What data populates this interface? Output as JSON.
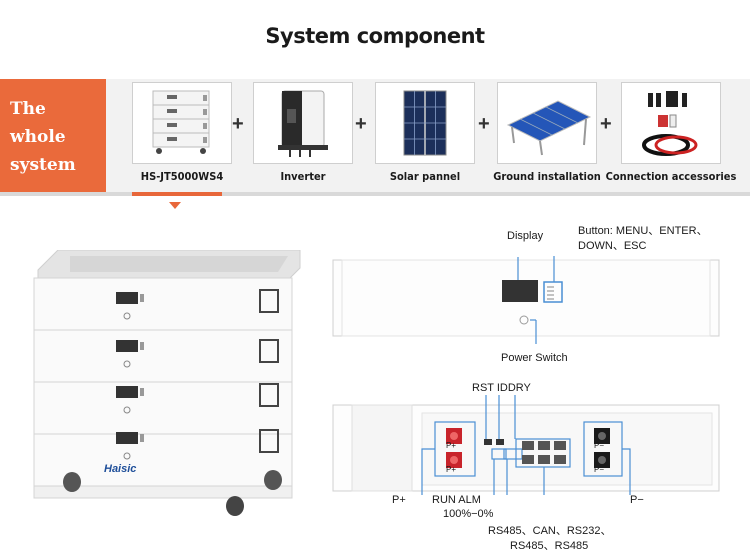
{
  "header": {
    "title": "System component"
  },
  "banner": {
    "line1": "The whole",
    "line2": "system"
  },
  "products": [
    {
      "label": "HS-JT5000WS4",
      "icon": "battery-stack-icon"
    },
    {
      "label": "Inverter",
      "icon": "inverter-icon"
    },
    {
      "label": "Solar pannel",
      "icon": "solar-panel-icon"
    },
    {
      "label": "Ground installation",
      "icon": "ground-mount-icon"
    },
    {
      "label": "Connection accessories",
      "icon": "cable-accessories-icon"
    }
  ],
  "plus_sign": "+",
  "battery": {
    "brand": "Haisic"
  },
  "front_panel": {
    "display": "Display",
    "buttons": "Button: MENU、ENTER、",
    "buttons2": "DOWN、ESC",
    "power_switch": "Power Switch"
  },
  "rear_panel": {
    "rst_id_dry": "RST IDDRY",
    "p_plus": "P+",
    "p_minus": "P−",
    "run_alm": "RUN  ALM",
    "percent": "100%−0%",
    "ports": "RS485、CAN、RS232、",
    "ports2": "RS485、RS485",
    "term_plus": "P+",
    "term_minus": "P−"
  },
  "colors": {
    "accent": "#ea6a3b",
    "terminal_red": "#c8242b",
    "panel_blue": "#1f4f9a"
  }
}
